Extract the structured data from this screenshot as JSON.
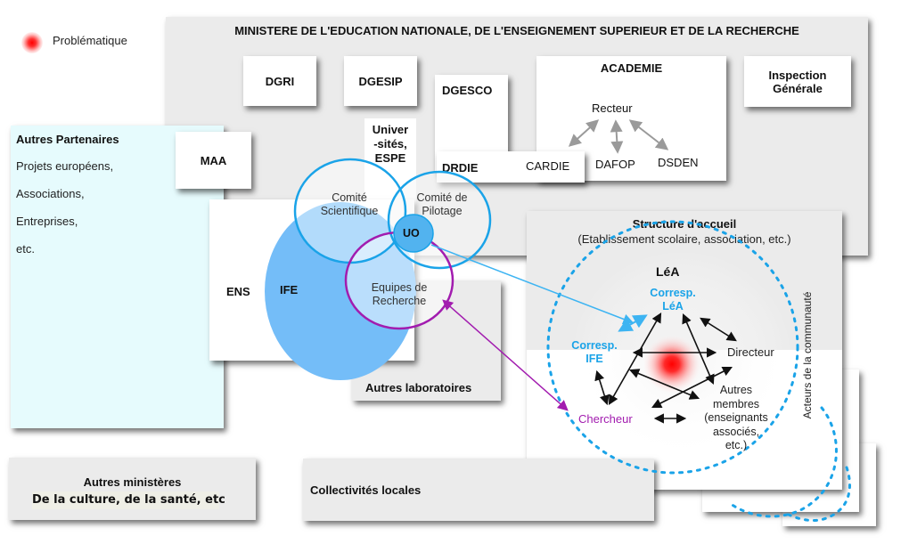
{
  "legend": {
    "icon": "red-dot-icon",
    "label": "Problématique"
  },
  "ministry": {
    "title": "MINISTERE DE L'EDUCATION NATIONALE, DE L'ENSEIGNEMENT SUPERIEUR ET DE LA RECHERCHE",
    "dgri": "DGRI",
    "dgesip": "DGESIP",
    "dgesco": "DGESCO",
    "drdie": "DRDIE",
    "cardie": "CARDIE",
    "universites": [
      "Univer",
      "-sités,",
      "ESPE"
    ],
    "maa": "MAA",
    "inspection": [
      "Inspection",
      "Générale"
    ],
    "academie": {
      "title": "ACADEMIE",
      "recteur": "Recteur",
      "dafop": "DAFOP",
      "dsden": "DSDEN"
    }
  },
  "partenaires": {
    "title": "Autres Partenaires",
    "items": [
      "Projets européens,",
      "Associations,",
      "Entreprises,",
      "etc."
    ]
  },
  "ens": {
    "label": "ENS",
    "ife": "IFE"
  },
  "circles": {
    "comite_scientifique": [
      "Comité",
      "Scientifique"
    ],
    "comite_pilotage": [
      "Comité de",
      "Pilotage"
    ],
    "uo": "UO",
    "equipes": [
      "Equipes de",
      "Recherche"
    ]
  },
  "autres_laboratoires": "Autres laboratoires",
  "structure": {
    "title": "Structure d'accueil",
    "subtitle": "(Etablissement scolaire, association, etc.)",
    "lea": "LéA",
    "corresp_lea": [
      "Corresp.",
      "LéA"
    ],
    "corresp_ife": [
      "Corresp.",
      "IFE"
    ],
    "directeur": "Directeur",
    "chercheur": "Chercheur",
    "autres_membres": [
      "Autres",
      "membres",
      "(enseignants",
      "associés,",
      "etc.)"
    ],
    "acteurs": "Acteurs de la communauté"
  },
  "autres_ministeres": {
    "title": "Autres ministères",
    "subtitle": "De la culture, de la santé, etc"
  },
  "collectivites": "Collectivités locales",
  "colors": {
    "cyan": "#1aa3e8",
    "ife_fill": "#74bdf8",
    "magenta": "#a21caf",
    "problem": "#ff0000",
    "partner_bg": "#e6fbfd",
    "gray_box": "#ebebeb"
  }
}
